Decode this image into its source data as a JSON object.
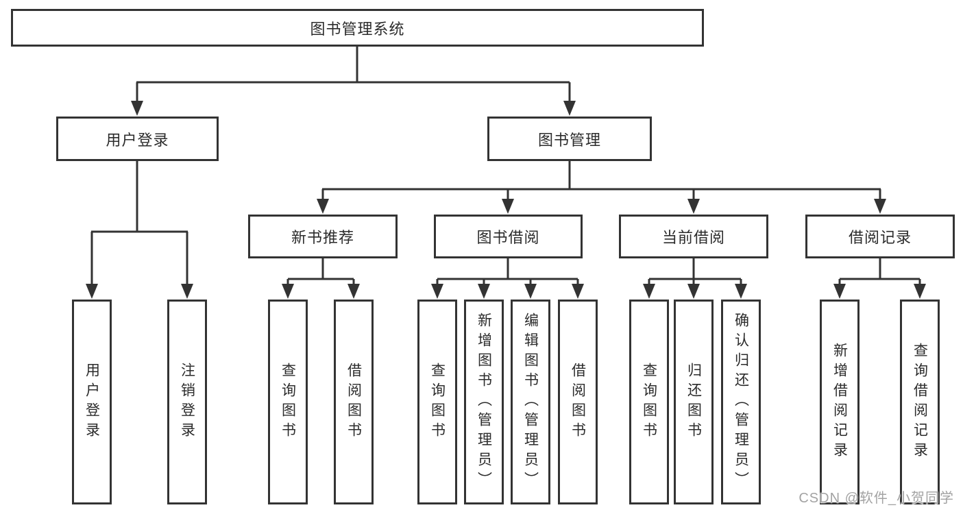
{
  "watermark": "CSDN @软件_小贺同学",
  "colors": {
    "line": "#333333",
    "text": "#2b2b2b",
    "watermark_text": "#a3a3a3",
    "background": "#ffffff"
  },
  "tree": {
    "label": "图书管理系统",
    "children": [
      {
        "label": "用户登录",
        "children": [
          {
            "label": "用户登录"
          },
          {
            "label": "注销登录"
          }
        ]
      },
      {
        "label": "图书管理",
        "children": [
          {
            "label": "新书推荐",
            "children": [
              {
                "label": "查询图书"
              },
              {
                "label": "借阅图书"
              }
            ]
          },
          {
            "label": "图书借阅",
            "children": [
              {
                "label": "查询图书"
              },
              {
                "label": "新增图书（管理员）"
              },
              {
                "label": "编辑图书（管理员）"
              },
              {
                "label": "借阅图书"
              }
            ]
          },
          {
            "label": "当前借阅",
            "children": [
              {
                "label": "查询图书"
              },
              {
                "label": "归还图书"
              },
              {
                "label": "确认归还（管理员）"
              }
            ]
          },
          {
            "label": "借阅记录",
            "children": [
              {
                "label": "新增借阅记录"
              },
              {
                "label": "查询借阅记录"
              }
            ]
          }
        ]
      }
    ]
  }
}
